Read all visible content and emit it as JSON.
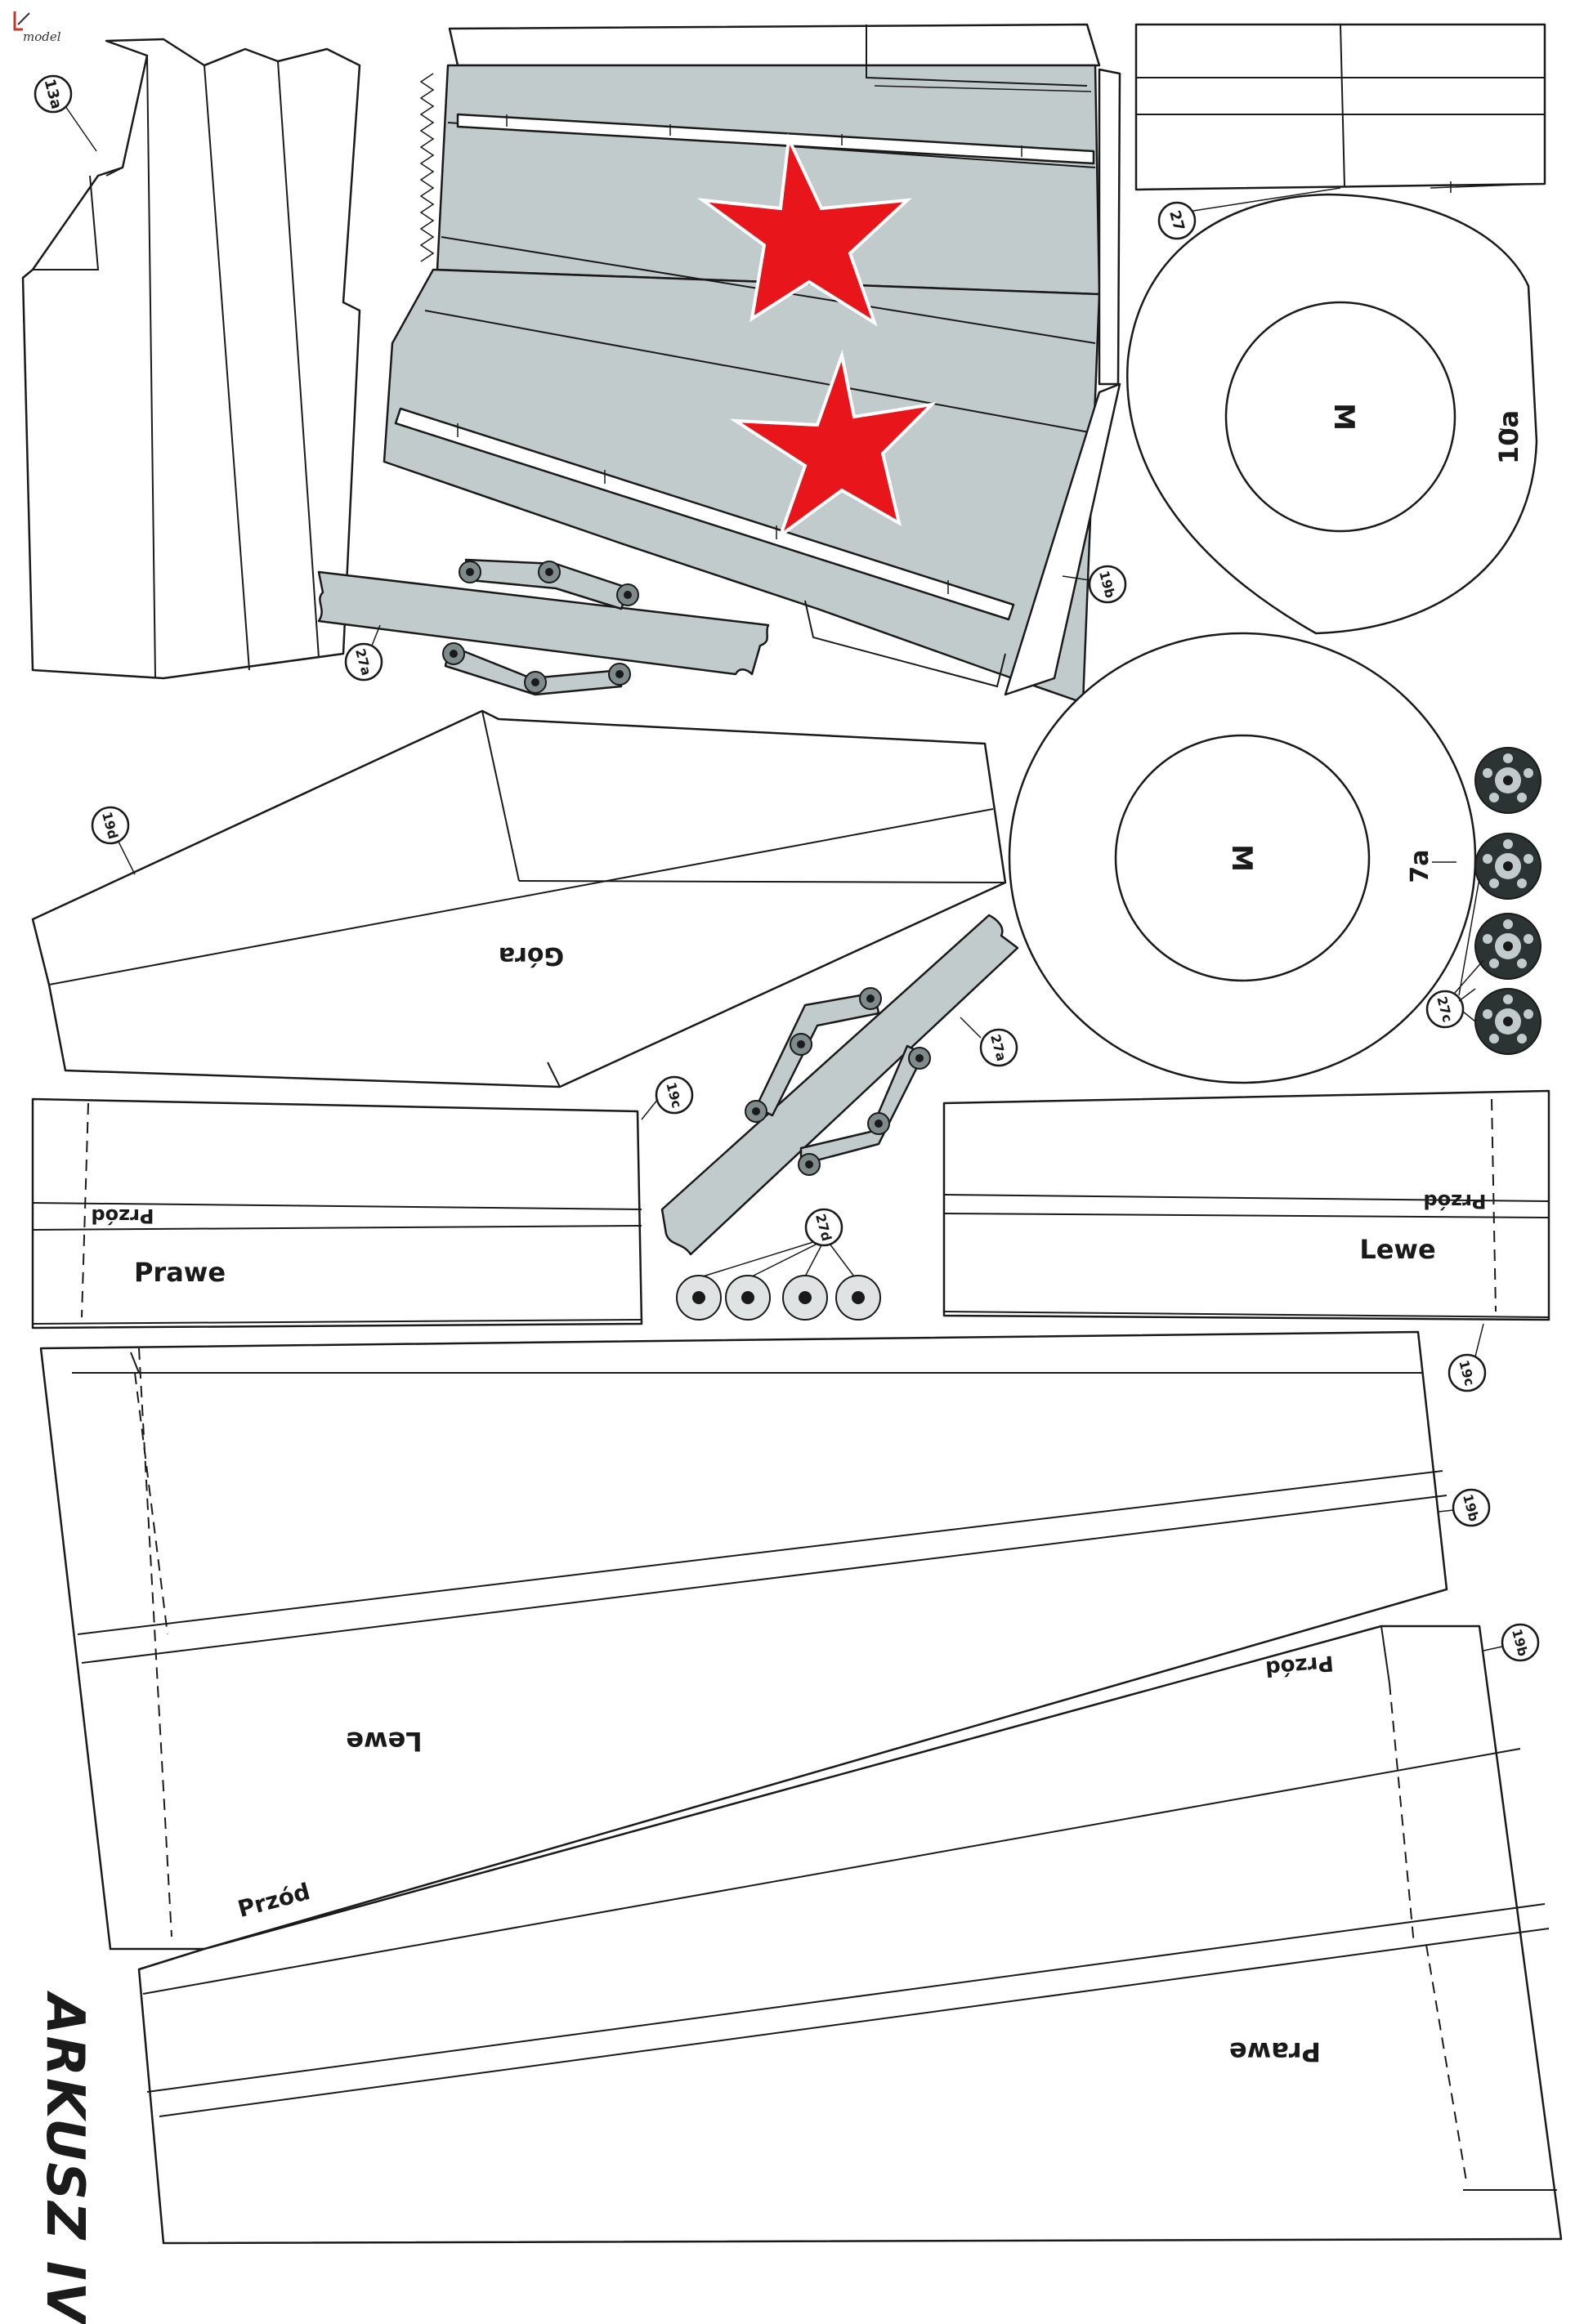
{
  "sheet": {
    "title": "ARKUSZ IV",
    "logo_text": "model"
  },
  "colors": {
    "paper": "#ffffff",
    "line": "#1a1a1a",
    "part_grey": "#c2cbcb",
    "star_red": "#e8151b",
    "star_outline": "#ffffff"
  },
  "labels": {
    "p13a": "13a",
    "p27": "27",
    "p10a": "10a",
    "p7a": "7a",
    "p19b_top": "19b",
    "p19d": "19d",
    "p27a_top": "27a",
    "p27a_mid": "27a",
    "p27c": "27c",
    "p27d": "27d",
    "p19c_left": "19c",
    "p19c_right": "19c",
    "p19b_mid": "19b",
    "p19b_low": "19b",
    "wheel_top_mark": "M",
    "wheel_mid_mark": "M",
    "gora": "Góra",
    "przod_left_strip": "Przód",
    "prawe_left_strip": "Prawe",
    "przod_right_strip": "Przód",
    "lewe_right_strip": "Lewe",
    "lewe_big": "Lewe",
    "przod_big_top": "Przód",
    "przod_big_bottom": "Przód",
    "prawe_big": "Prawe"
  }
}
